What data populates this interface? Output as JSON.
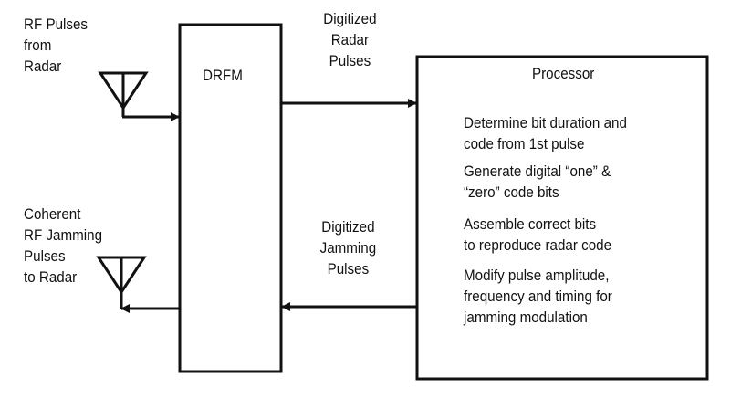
{
  "rf_in": {
    "lines": [
      "RF Pulses",
      "from",
      "Radar"
    ]
  },
  "rf_out": {
    "lines": [
      "Coherent",
      "RF Jamming",
      "Pulses",
      "to Radar"
    ]
  },
  "drfm": {
    "label": "DRFM"
  },
  "digitized_radar": {
    "lines": [
      "Digitized",
      "Radar",
      "Pulses"
    ]
  },
  "digitized_jamming": {
    "lines": [
      "Digitized",
      "Jamming",
      "Pulses"
    ]
  },
  "processor": {
    "title": "Processor",
    "steps": [
      {
        "lines": [
          "Determine  bit duration and",
          "code from 1st pulse"
        ]
      },
      {
        "lines": [
          "Generate digital “one” &",
          "“zero” code bits"
        ]
      },
      {
        "lines": [
          "Assemble correct bits",
          "to reproduce radar code"
        ]
      },
      {
        "lines": [
          "Modify pulse amplitude,",
          "frequency and timing for",
          "jamming modulation"
        ]
      }
    ]
  }
}
